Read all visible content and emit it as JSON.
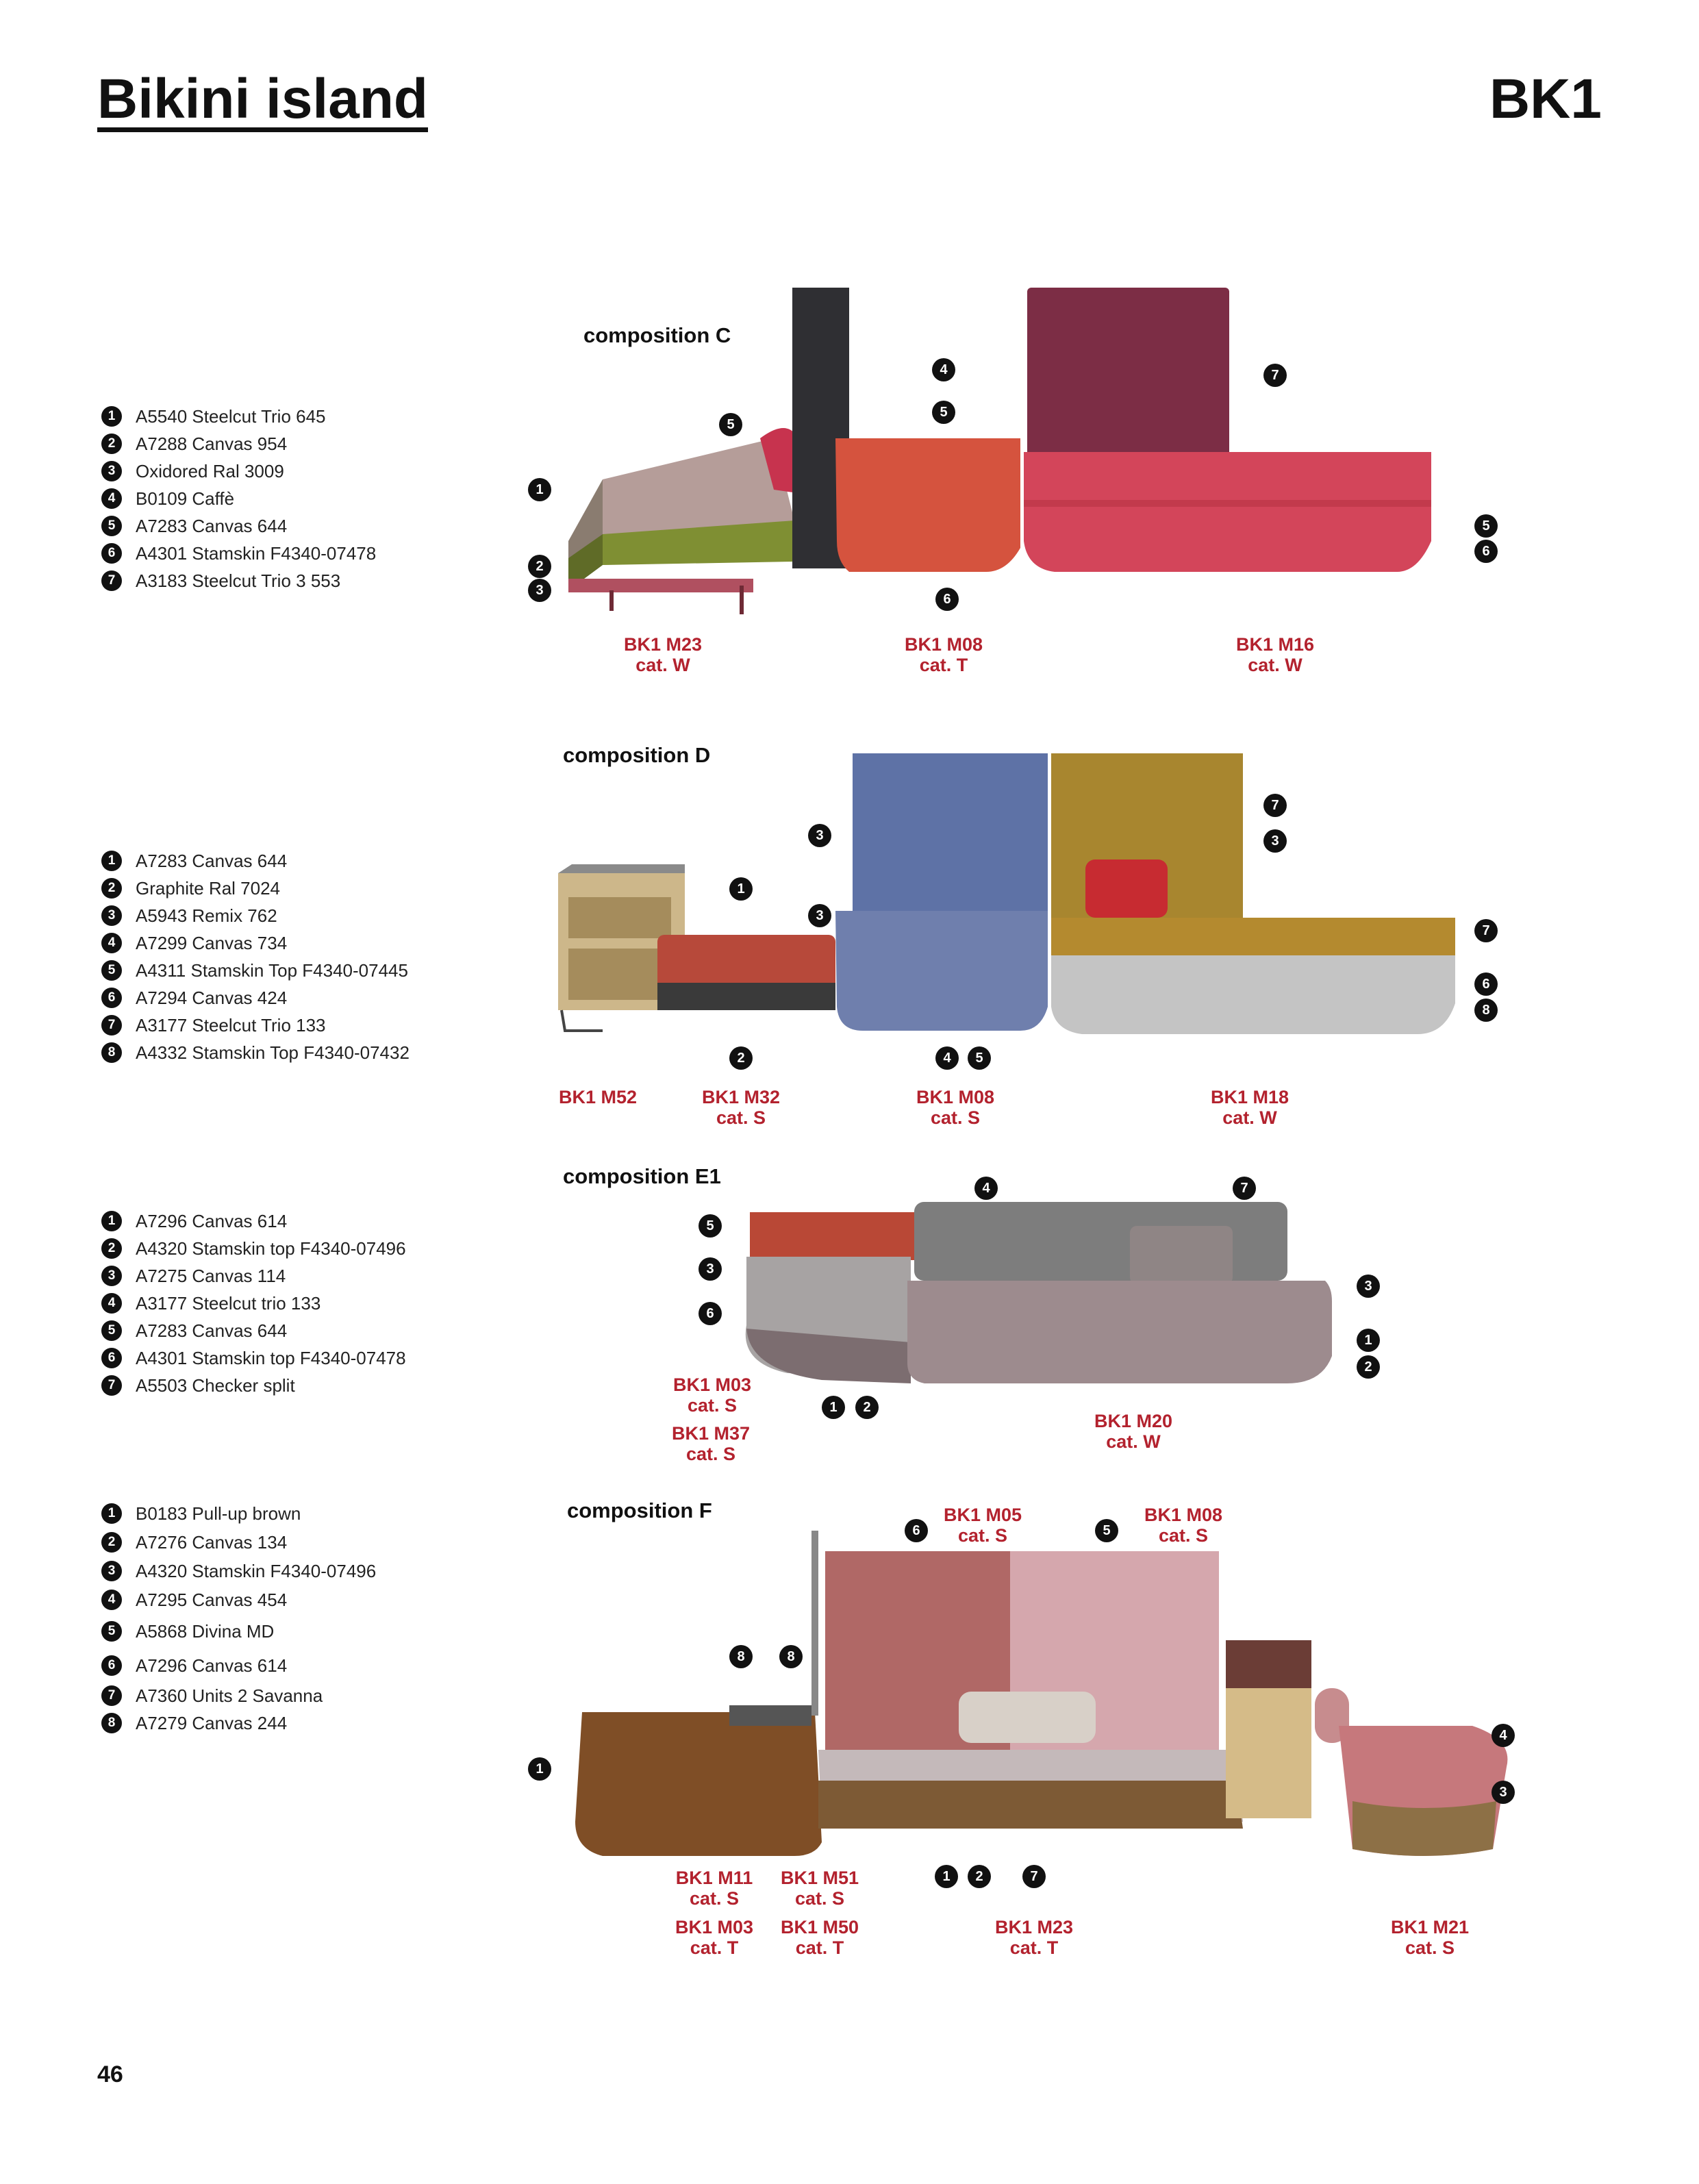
{
  "header": {
    "title": "Bikini island",
    "code": "BK1"
  },
  "page_number": "46",
  "compositions": [
    {
      "title": "composition C",
      "legend": [
        {
          "n": "1",
          "text": "A5540 Steelcut Trio 645"
        },
        {
          "n": "2",
          "text": "A7288 Canvas 954"
        },
        {
          "n": "3",
          "text": "Oxidored Ral 3009"
        },
        {
          "n": "4",
          "text": "B0109 Caffè"
        },
        {
          "n": "5",
          "text": "A7283 Canvas 644"
        },
        {
          "n": "6",
          "text": "A4301 Stamskin F4340-07478"
        },
        {
          "n": "7",
          "text": "A3183 Steelcut Trio 3 553"
        }
      ],
      "modules": [
        {
          "line1": "BK1 M23",
          "line2": "cat. W"
        },
        {
          "line1": "BK1 M08",
          "line2": "cat. T"
        },
        {
          "line1": "BK1 M16",
          "line2": "cat. W"
        }
      ]
    },
    {
      "title": "composition D",
      "legend": [
        {
          "n": "1",
          "text": "A7283 Canvas 644"
        },
        {
          "n": "2",
          "text": "Graphite Ral 7024"
        },
        {
          "n": "3",
          "text": "A5943 Remix 762"
        },
        {
          "n": "4",
          "text": "A7299 Canvas 734"
        },
        {
          "n": "5",
          "text": "A4311 Stamskin Top F4340-07445"
        },
        {
          "n": "6",
          "text": "A7294 Canvas 424"
        },
        {
          "n": "7",
          "text": "A3177 Steelcut Trio 133"
        },
        {
          "n": "8",
          "text": "A4332 Stamskin Top F4340-07432"
        }
      ],
      "modules": [
        {
          "line1": "BK1 M52",
          "line2": ""
        },
        {
          "line1": "BK1 M32",
          "line2": "cat. S"
        },
        {
          "line1": "BK1 M08",
          "line2": "cat. S"
        },
        {
          "line1": "BK1 M18",
          "line2": "cat. W"
        }
      ]
    },
    {
      "title": "composition E1",
      "legend": [
        {
          "n": "1",
          "text": "A7296 Canvas 614"
        },
        {
          "n": "2",
          "text": "A4320 Stamskin top F4340-07496"
        },
        {
          "n": "3",
          "text": "A7275 Canvas 114"
        },
        {
          "n": "4",
          "text": "A3177 Steelcut trio 133"
        },
        {
          "n": "5",
          "text": "A7283 Canvas 644"
        },
        {
          "n": "6",
          "text": "A4301 Stamskin top F4340-07478"
        },
        {
          "n": "7",
          "text": "A5503 Checker split"
        }
      ],
      "modules": [
        {
          "line1": "BK1 M03",
          "line2": "cat. S"
        },
        {
          "line1": "BK1 M37",
          "line2": "cat. S"
        },
        {
          "line1": "BK1 M20",
          "line2": "cat. W"
        }
      ]
    },
    {
      "title": "composition F",
      "legend": [
        {
          "n": "1",
          "text": "B0183 Pull-up brown"
        },
        {
          "n": "2",
          "text": "A7276 Canvas 134"
        },
        {
          "n": "3",
          "text": "A4320 Stamskin F4340-07496"
        },
        {
          "n": "4",
          "text": "A7295 Canvas 454"
        },
        {
          "n": "5",
          "text": "A5868 Divina MD"
        },
        {
          "n": "6",
          "text": "A7296 Canvas 614"
        },
        {
          "n": "7",
          "text": "A7360 Units 2 Savanna"
        },
        {
          "n": "8",
          "text": "A7279 Canvas 244"
        }
      ],
      "modules": [
        {
          "line1": "BK1 M05",
          "line2": "cat. S"
        },
        {
          "line1": "BK1 M08",
          "line2": "cat. S"
        },
        {
          "line1": "BK1 M11",
          "line2": "cat. S"
        },
        {
          "line1": "BK1 M51",
          "line2": "cat. S"
        },
        {
          "line1": "BK1 M03",
          "line2": "cat. T"
        },
        {
          "line1": "BK1 M50",
          "line2": "cat. T"
        },
        {
          "line1": "BK1 M23",
          "line2": "cat. T"
        },
        {
          "line1": "BK1 M21",
          "line2": "cat. S"
        }
      ]
    }
  ]
}
